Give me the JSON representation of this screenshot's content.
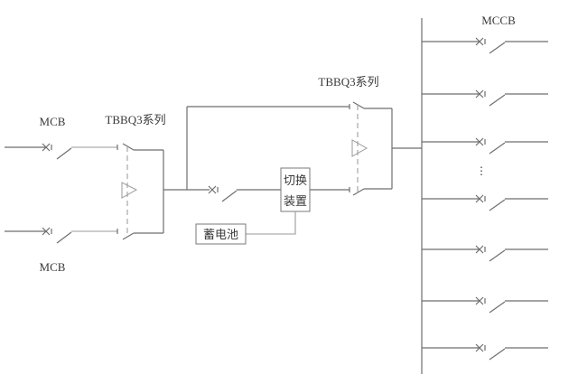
{
  "diagram": {
    "title": "ATS dual-power with battery switching single-line diagram",
    "labels": {
      "mcb_top": "MCB",
      "mcb_bottom": "MCB",
      "ats_left": "TBBQ3系列",
      "ats_right": "TBBQ3系列",
      "mccb": "MCCB",
      "switch_device_line1": "切换",
      "switch_device_line2": "装置",
      "battery": "蓄电池",
      "ellipsis": "⋮"
    },
    "components": [
      {
        "id": "mcb-input-1",
        "type": "miniature-circuit-breaker",
        "label": "MCB"
      },
      {
        "id": "mcb-input-2",
        "type": "miniature-circuit-breaker",
        "label": "MCB"
      },
      {
        "id": "ats-1",
        "type": "automatic-transfer-switch",
        "label": "TBBQ3系列"
      },
      {
        "id": "breaker-battery-branch",
        "type": "circuit-breaker"
      },
      {
        "id": "switching-device",
        "type": "switching-device",
        "label": "切换装置"
      },
      {
        "id": "battery",
        "type": "battery",
        "label": "蓄电池"
      },
      {
        "id": "ats-2",
        "type": "automatic-transfer-switch",
        "label": "TBBQ3系列"
      },
      {
        "id": "busbar",
        "type": "busbar"
      },
      {
        "id": "mccb-outgoing",
        "type": "moulded-case-circuit-breaker",
        "label": "MCCB",
        "count_shown": 7
      }
    ],
    "outgoing_feeders": 7
  }
}
